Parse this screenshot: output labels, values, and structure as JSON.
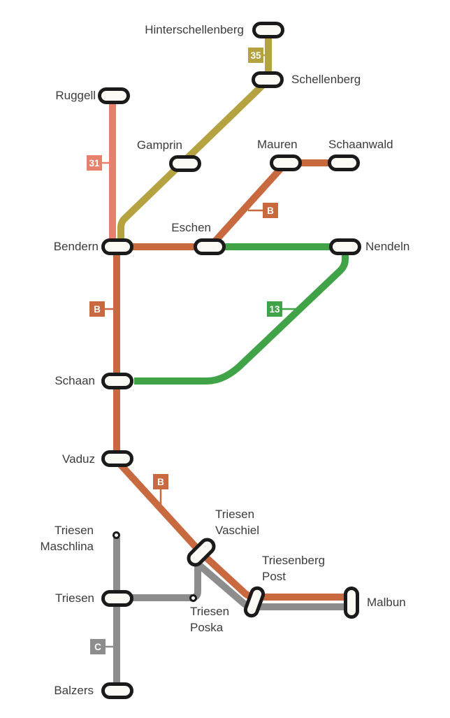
{
  "map": {
    "stations": {
      "hinterschellenberg": {
        "label": "Hinterschellenberg"
      },
      "schellenberg": {
        "label": "Schellenberg"
      },
      "ruggell": {
        "label": "Ruggell"
      },
      "gamprin": {
        "label": "Gamprin"
      },
      "mauren": {
        "label": "Mauren"
      },
      "schaanwald": {
        "label": "Schaanwald"
      },
      "bendern": {
        "label": "Bendern"
      },
      "eschen": {
        "label": "Eschen"
      },
      "nendeln": {
        "label": "Nendeln"
      },
      "schaan": {
        "label": "Schaan"
      },
      "vaduz": {
        "label": "Vaduz"
      },
      "triesen_maschlina": {
        "line1": "Triesen",
        "line2": "Maschlina"
      },
      "triesen": {
        "label": "Triesen"
      },
      "triesen_vaschiel": {
        "line1": "Triesen",
        "line2": "Vaschiel"
      },
      "triesen_poska": {
        "line1": "Triesen",
        "line2": "Poska"
      },
      "triesenberg_post": {
        "line1": "Triesenberg",
        "line2": "Post"
      },
      "malbun": {
        "label": "Malbun"
      },
      "balzers": {
        "label": "Balzers"
      }
    },
    "badges": {
      "b35": "35",
      "b31": "31",
      "b": "B",
      "b13": "13",
      "c": "C"
    },
    "colors": {
      "line-35": "#B4A340",
      "line-31": "#E8806E",
      "line-b": "#C8693F",
      "line-13": "#41A347",
      "line-c": "#8D8D8D",
      "station-border": "#1A1A1A",
      "station-fill": "#FBFAF4",
      "label-text": "#3C3C3C",
      "badge-text": "#FFFFFF",
      "background": "#FFFFFF"
    }
  }
}
